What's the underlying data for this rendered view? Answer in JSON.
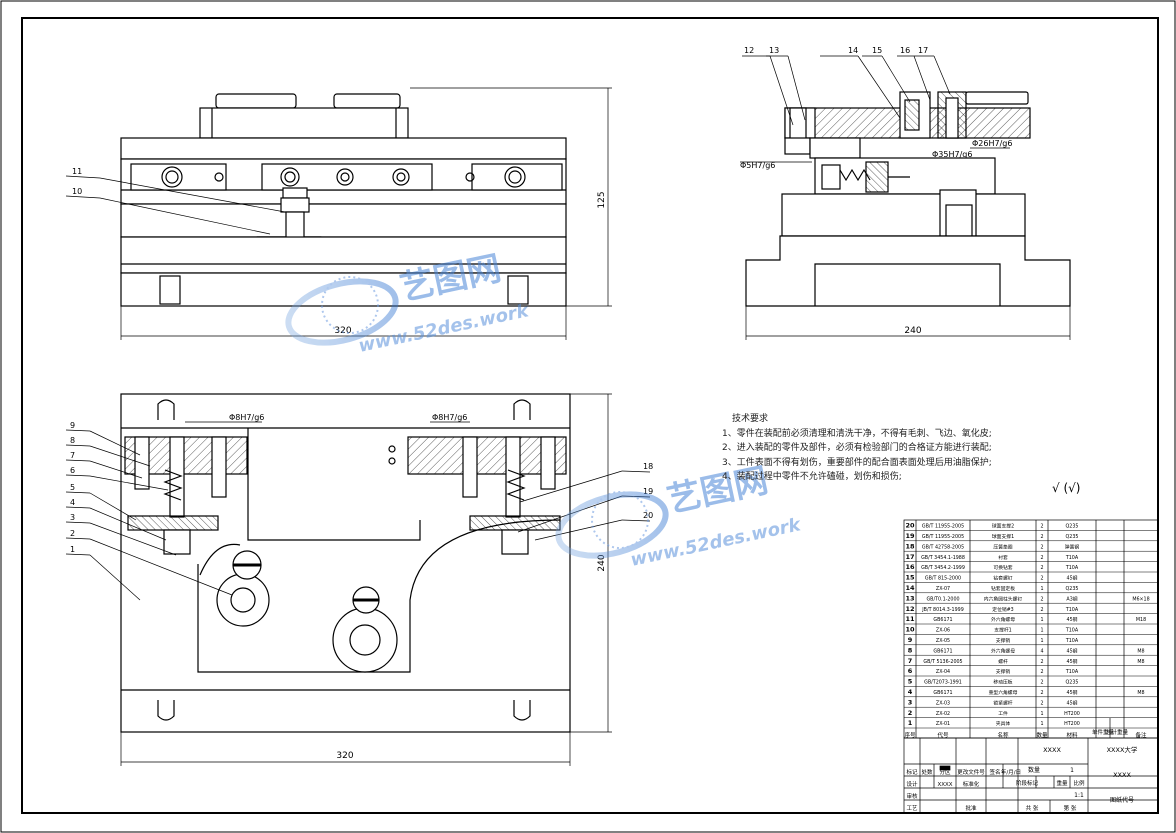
{
  "dimensions": {
    "front_width": "320",
    "front_height": "125",
    "side_width": "240",
    "plan_width": "320",
    "plan_height": "240"
  },
  "fits": {
    "plan_left": "Φ8H7/g6",
    "plan_right": "Φ8H7/g6",
    "side_small": "Φ5H7/g6",
    "side_mid": "Φ35H7/g6",
    "side_top": "Φ26H7/g6"
  },
  "balloons": {
    "front": [
      "11",
      "10"
    ],
    "side": [
      "12",
      "13",
      "14",
      "15",
      "16",
      "17"
    ],
    "plan_left": [
      "9",
      "8",
      "7",
      "6",
      "5",
      "4",
      "3",
      "2",
      "1"
    ],
    "plan_right": [
      "18",
      "19",
      "20"
    ]
  },
  "tech_notes": {
    "title": "技术要求",
    "items": [
      "1、零件在装配前必须清理和清洗干净，不得有毛刺、飞边、氧化皮;",
      "2、进入装配的零件及部件，必须有检验部门的合格证方能进行装配;",
      "3、工件表面不得有划伤，重要部件的配合面表面处理后用油脂保护;",
      "4、装配过程中零件不允许磕碰，划伤和损伤;"
    ]
  },
  "roughness": "√ (√)",
  "watermark": {
    "brand": "艺图网",
    "url": "www.52des.work"
  },
  "bom": {
    "rows": [
      [
        "20",
        "GB/T 11955-2005",
        "球面支撑2",
        "2",
        "Q235",
        ""
      ],
      [
        "19",
        "GB/T 11955-2005",
        "球面支撑1",
        "2",
        "Q235",
        ""
      ],
      [
        "18",
        "GB/T 42758-2005",
        "压簧垫圈",
        "2",
        "弹簧钢",
        ""
      ],
      [
        "17",
        "GB/T 3454.1-1988",
        "衬套",
        "2",
        "T10A",
        ""
      ],
      [
        "16",
        "GB/T 3454.2-1999",
        "可换钻套",
        "2",
        "T10A",
        ""
      ],
      [
        "15",
        "GB/T 815-2000",
        "钻套螺钉",
        "2",
        "45钢",
        ""
      ],
      [
        "14",
        "ZX-07",
        "钻套固定板",
        "1",
        "Q235",
        ""
      ],
      [
        "13",
        "GB/T0.1-2000",
        "内六角圆柱头螺钉",
        "2",
        "A3钢",
        "M6×18"
      ],
      [
        "12",
        "JB/T 8014.3-1999",
        "定位销#3",
        "2",
        "T10A",
        ""
      ],
      [
        "11",
        "GB6171",
        "外六角螺母",
        "1",
        "45钢",
        "M18"
      ],
      [
        "10",
        "ZX-06",
        "支撑杆1",
        "1",
        "T10A",
        ""
      ],
      [
        "9",
        "ZX-05",
        "支撑销",
        "1",
        "T10A",
        ""
      ],
      [
        "8",
        "GB6171",
        "外六角螺母",
        "4",
        "45钢",
        "M8"
      ],
      [
        "7",
        "GB/T 5136-2005",
        "螺杆",
        "2",
        "45钢",
        "M8"
      ],
      [
        "6",
        "ZX-04",
        "支撑销",
        "2",
        "T10A",
        ""
      ],
      [
        "5",
        "GB/T2073-1991",
        "移动压板",
        "2",
        "Q235",
        ""
      ],
      [
        "4",
        "GB6171",
        "重型六角螺母",
        "2",
        "45钢",
        "M8"
      ],
      [
        "3",
        "ZX-03",
        "锁紧螺杆",
        "2",
        "45钢",
        ""
      ],
      [
        "2",
        "ZX-02",
        "工件",
        "1",
        "HT200",
        ""
      ],
      [
        "1",
        "ZX-01",
        "夹具体",
        "1",
        "HT200",
        ""
      ]
    ],
    "header": [
      "序号",
      "代号",
      "名称",
      "数量",
      "材料",
      "单件重量",
      "总计重量",
      "备注"
    ]
  },
  "title_block": {
    "designation": "XXXX",
    "university": "XXXX大学",
    "drawing_name": "XXXX",
    "quantity_label": "数量",
    "quantity": "1",
    "stage_label": "阶段标记",
    "weight_label": "重量",
    "scale_label": "比例",
    "scale": "1:1",
    "sheet_label": "共 张",
    "sheet_no_label": "第 张",
    "doc_code_label": "图纸代号",
    "mark_label": "标记",
    "count_label": "处数",
    "zone_label": "分区",
    "change_label": "更改文件号",
    "sign_label": "签名",
    "date_label": "年/月/日",
    "design_label": "设计",
    "design_name": "XXXX",
    "std_label": "标准化",
    "check_label": "审核",
    "process_label": "工艺",
    "approve_label": "批准"
  }
}
